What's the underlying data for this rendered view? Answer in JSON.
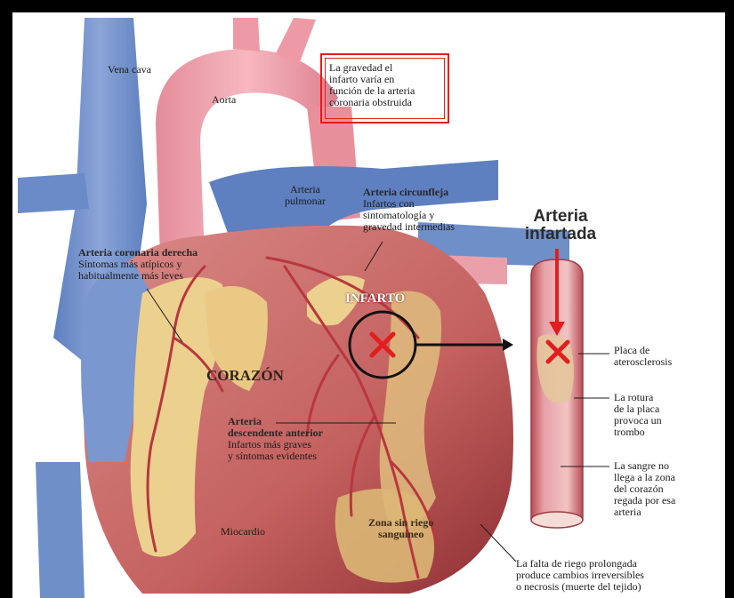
{
  "labels": {
    "vena_cava": "Vena cava",
    "aorta": "Aorta",
    "arteria_pulmonar": [
      "Arteria",
      "pulmonar"
    ],
    "box_text": [
      "La gravedad el",
      "infarto varía en",
      "función de la arteria",
      "coronaria obstruida"
    ],
    "circunfleja_title": "Arteria circunfleja",
    "circunfleja_text": [
      "Infartos con",
      "sintomatología y",
      "gravedad intermedias"
    ],
    "derecha_title": "Arteria coronaria derecha",
    "derecha_text": [
      "Síntomas más atípicos y",
      "habitualmente más leves"
    ],
    "infarto": "INFARTO",
    "corazon": "CORAZÓN",
    "descendente_title": [
      "Arteria",
      "descendente anterior"
    ],
    "descendente_text": [
      "Infartos más graves",
      "y síntomas evidentes"
    ],
    "miocardio": "Miocardio",
    "zona_sin_riego": [
      "Zona sin riego",
      "sanguíneo"
    ],
    "falta_riego": [
      "La falta de riego prolongada",
      "produce cambios irreversibles",
      "o necrosis (muerte del tejido)"
    ],
    "arteria_infartada": [
      "Arteria",
      "infartada"
    ],
    "placa": [
      "Placa de",
      "aterosclerosis"
    ],
    "rotura": [
      "La rotura",
      "de la placa",
      "provoca un",
      "trombo"
    ],
    "sangre": [
      "La sangre no",
      "llega a la zona",
      "del corazón",
      "regada por esa",
      "arteria"
    ]
  },
  "colors": {
    "warning_red": "#e31d1d",
    "vein_blue": "#6f8fc8",
    "aorta_pink": "#ee9aa6",
    "heart_red": "#c96a6c",
    "fat_yellow": "#ecd08e"
  }
}
